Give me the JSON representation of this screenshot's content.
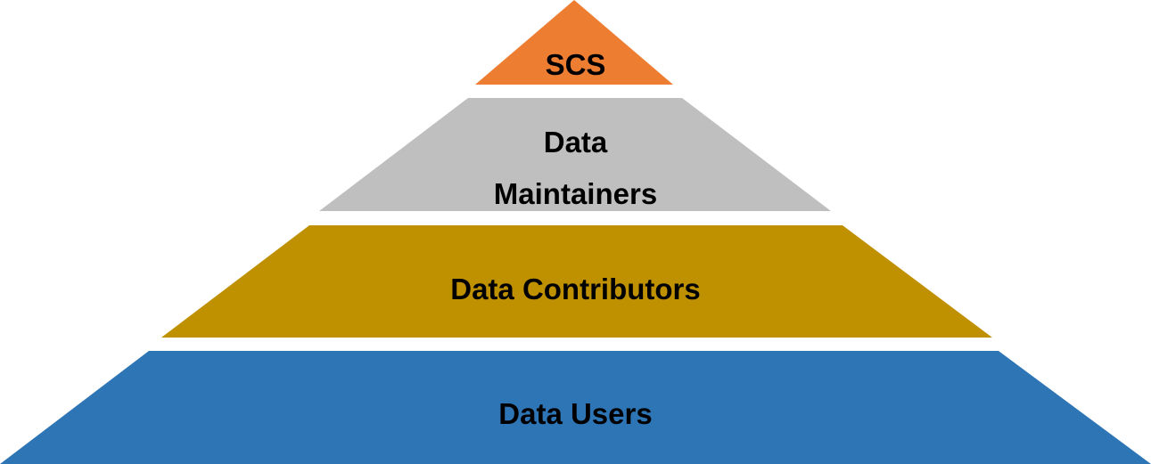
{
  "pyramid": {
    "levels": [
      {
        "name": "scs",
        "lines": [
          "SCS"
        ],
        "color": "#ED7D31"
      },
      {
        "name": "data-maintainers",
        "lines": [
          "Data",
          "Maintainers"
        ],
        "color": "#BFBFBF"
      },
      {
        "name": "data-contributors",
        "lines": [
          "Data Contributors"
        ],
        "color": "#BF9000"
      },
      {
        "name": "data-users",
        "lines": [
          "Data Users"
        ],
        "color": "#2E75B6"
      }
    ]
  }
}
